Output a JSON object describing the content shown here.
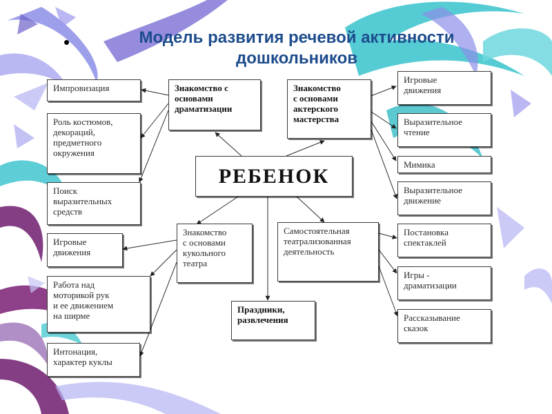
{
  "slide": {
    "bullet": "•",
    "title_line1": "Модель развития речевой активности",
    "title_line2": "дошкольников",
    "title_color": "#1d4c8c"
  },
  "diagram": {
    "center": "РЕБЕНОК",
    "hubs": {
      "dramatization": "Знакомство с\nосновами\nдраматизации",
      "acting": "Знакомство\nс основами\nактерского\nмастерства",
      "puppet": "Знакомство\nс основами\nкукольного\nтеатра",
      "independent": "Самостоятельная\nтеатрализованная\nдеятельность",
      "holidays": "Праздники,\nразвлечения"
    },
    "left_items": {
      "improvisation": "Импровизация",
      "costumes": "Роль костюмов,\nдекораций,\nпредметного\nокружения",
      "expressive_means": "Поиск\nвыразительных\nсредств",
      "game_moves": "Игровые\nдвижения",
      "hand_work": "Работа над\nмоторикой рук\nи ее движением\nна ширме",
      "intonation": "Интонация,\nхарактер куклы"
    },
    "right_items": {
      "game_moves": "Игровые\nдвижения",
      "expressive_reading": "Выразительное\nчтение",
      "mimicry": "Мимика",
      "expressive_movement": "Выразительное\nдвижение",
      "staging": "Постановка\nспектаклей",
      "dramatization_games": "Игры -\nдраматизации",
      "storytelling": "Рассказывание\nсказок"
    },
    "edges": [
      [
        "center",
        "dramatization"
      ],
      [
        "center",
        "acting"
      ],
      [
        "center",
        "puppet"
      ],
      [
        "center",
        "independent"
      ],
      [
        "center",
        "holidays"
      ],
      [
        "dramatization",
        "l-improvisation"
      ],
      [
        "dramatization",
        "l-costumes"
      ],
      [
        "dramatization",
        "l-expressive_means"
      ],
      [
        "acting",
        "r-game_moves"
      ],
      [
        "acting",
        "r-expressive_reading"
      ],
      [
        "acting",
        "r-mimicry"
      ],
      [
        "acting",
        "r-expressive_movement"
      ],
      [
        "puppet",
        "l-game_moves"
      ],
      [
        "puppet",
        "l-hand_work"
      ],
      [
        "puppet",
        "l-intonation"
      ],
      [
        "independent",
        "r-staging"
      ],
      [
        "independent",
        "r-dramatization_games"
      ],
      [
        "independent",
        "r-storytelling"
      ]
    ]
  }
}
